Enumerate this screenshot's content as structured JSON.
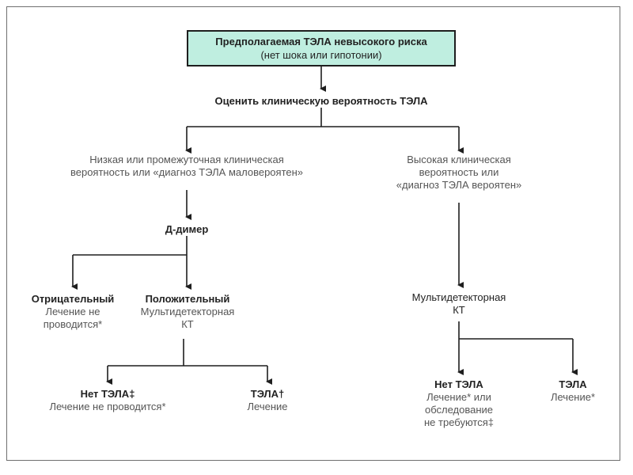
{
  "colors": {
    "box_fill": "#bfeee0",
    "line": "#1e1e1e",
    "muted_text": "#555555"
  },
  "top": {
    "title": "Предполагаемая ТЭЛА невысокого риска",
    "subtitle": "(нет шока или гипотонии)"
  },
  "assess": {
    "text": "Оценить клиническую вероятность ТЭЛА"
  },
  "low_prob": {
    "lines": [
      "Низкая или промежуточная клиническая",
      "вероятность или «диагноз ТЭЛА маловероятен»"
    ]
  },
  "high_prob": {
    "lines": [
      "Высокая клиническая",
      "вероятность или",
      "«диагноз ТЭЛА вероятен»"
    ]
  },
  "ddimer": {
    "text": "Д-димер"
  },
  "negative": {
    "title": "Отрицательный",
    "lines": [
      "Лечение не",
      "проводится*"
    ]
  },
  "positive": {
    "title": "Положительный",
    "lines": [
      "Мультидетекторная",
      "КТ"
    ]
  },
  "ct_high": {
    "lines": [
      "Мультидетекторная",
      "КТ"
    ]
  },
  "no_pe_left": {
    "title": "Нет ТЭЛА‡",
    "lines": [
      "Лечение не проводится*"
    ]
  },
  "pe_left": {
    "title": "ТЭЛА†",
    "lines": [
      "Лечение"
    ]
  },
  "no_pe_right": {
    "title": "Нет ТЭЛА",
    "lines": [
      "Лечение* или",
      "обследование",
      "не требуются‡"
    ]
  },
  "pe_right": {
    "title": "ТЭЛА",
    "lines": [
      "Лечение*"
    ]
  }
}
